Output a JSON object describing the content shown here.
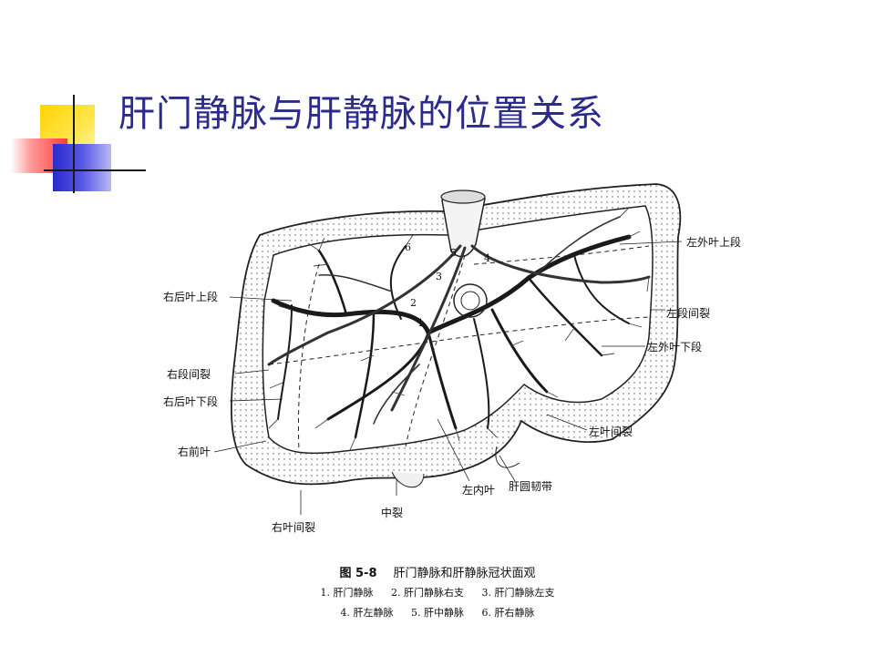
{
  "slide": {
    "title": "肝门静脉与肝静脉的位置关系"
  },
  "figure": {
    "labels": {
      "right_post_upper": "右后叶上段",
      "right_seg_fissure": "右段间裂",
      "right_post_lower": "右后叶下段",
      "right_anterior": "右前叶",
      "right_lobe_fissure": "右叶间裂",
      "middle_fissure": "中裂",
      "left_medial": "左内叶",
      "ligament": "肝圆韧带",
      "left_lobe_fissure": "左叶间裂",
      "left_lat_lower": "左外叶下段",
      "left_seg_fissure": "左段间裂",
      "left_lat_upper": "左外叶上段"
    },
    "vessel_numbers": [
      "1",
      "2",
      "3",
      "4",
      "5",
      "6"
    ]
  },
  "caption": {
    "figure_no": "图 5-8",
    "title": "肝门静脉和肝静脉冠状面观",
    "legend": [
      "1. 肝门静脉",
      "2. 肝门静脉右支",
      "3. 肝门静脉左支",
      "4. 肝左静脉",
      "5. 肝中静脉",
      "6. 肝右静脉"
    ]
  }
}
